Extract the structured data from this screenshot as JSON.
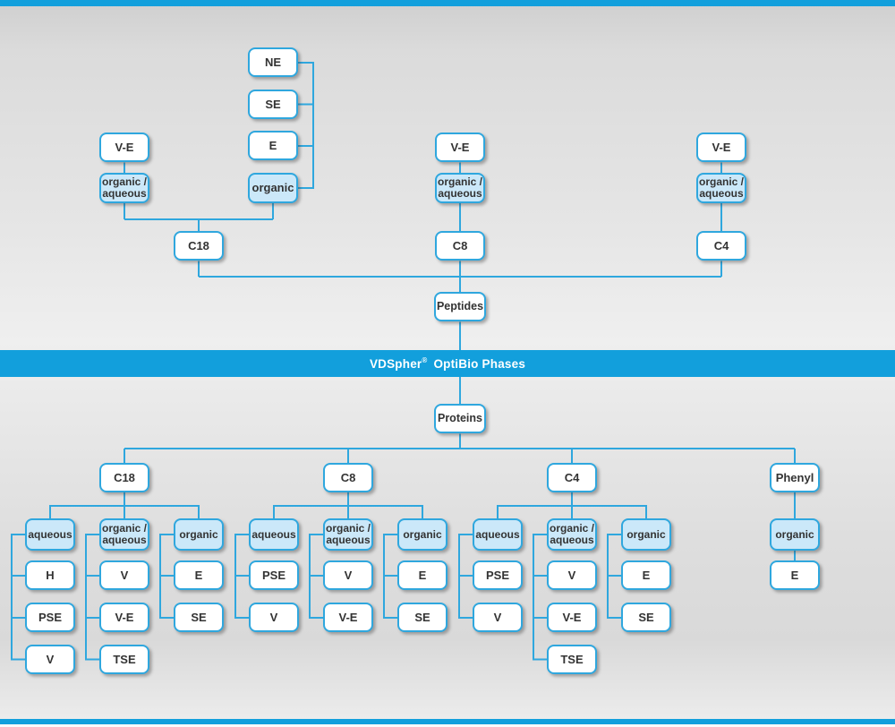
{
  "banner": {
    "brand": "VDSpher",
    "registered": "®",
    "suffix": "OptiBio Phases"
  },
  "peptides_tree": {
    "root": "Peptides",
    "c18": {
      "label": "C18",
      "ve": "V-E",
      "orgaq_line1": "organic /",
      "orgaq_line2": "aqueous",
      "organic": "organic",
      "organic_feed": [
        "NE",
        "SE",
        "E"
      ]
    },
    "c8": {
      "label": "C8",
      "ve": "V-E",
      "orgaq_line1": "organic /",
      "orgaq_line2": "aqueous"
    },
    "c4": {
      "label": "C4",
      "ve": "V-E",
      "orgaq_line1": "organic /",
      "orgaq_line2": "aqueous"
    }
  },
  "proteins_tree": {
    "root": "Proteins",
    "columns": [
      {
        "label": "C18",
        "groups": [
          {
            "label": "aqueous",
            "children": [
              "H",
              "PSE",
              "V"
            ]
          },
          {
            "label_line1": "organic /",
            "label_line2": "aqueous",
            "children": [
              "V",
              "V-E",
              "TSE"
            ]
          },
          {
            "label": "organic",
            "children": [
              "E",
              "SE"
            ]
          }
        ]
      },
      {
        "label": "C8",
        "groups": [
          {
            "label": "aqueous",
            "children": [
              "PSE",
              "V"
            ]
          },
          {
            "label_line1": "organic /",
            "label_line2": "aqueous",
            "children": [
              "V",
              "V-E"
            ]
          },
          {
            "label": "organic",
            "children": [
              "E",
              "SE"
            ]
          }
        ]
      },
      {
        "label": "C4",
        "groups": [
          {
            "label": "aqueous",
            "children": [
              "PSE",
              "V"
            ]
          },
          {
            "label_line1": "organic /",
            "label_line2": "aqueous",
            "children": [
              "V",
              "V-E",
              "TSE"
            ]
          },
          {
            "label": "organic",
            "children": [
              "E",
              "SE"
            ]
          }
        ]
      },
      {
        "label": "Phenyl",
        "groups": [
          {
            "label": "organic",
            "children": [
              "E"
            ]
          }
        ]
      }
    ]
  },
  "colors": {
    "accent_blue": "#129fdc",
    "line_blue": "#2fa7de",
    "highlight_node_fill": "#cbe8f9"
  }
}
